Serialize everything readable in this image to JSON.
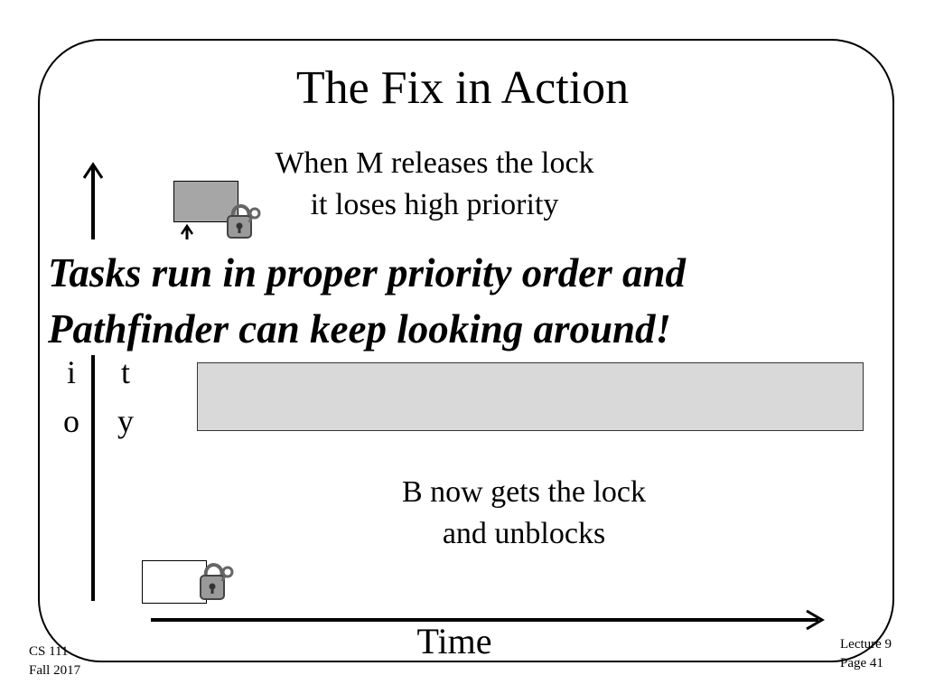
{
  "slide": {
    "title": "The Fix in Action",
    "caption_top": "When M releases the lock it loses high priority",
    "caption_b_line1": "B now gets the lock",
    "caption_b_line2": "and unblocks",
    "x_axis_label": "Time",
    "y_axis_col1": [
      "i",
      "o"
    ],
    "y_axis_col2": [
      "t",
      "y"
    ],
    "overlay_line1": "Tasks run in proper priority order and",
    "overlay_line2": "Pathfinder can keep looking around!"
  },
  "footer": {
    "left_line1": "CS 111",
    "left_line2": "Fall 2017",
    "right_line1": "Lecture 9",
    "right_line2": "Page 41"
  },
  "colors": {
    "task_bar_fill": "#d9d9d9",
    "top_box_fill": "#a6a6a6",
    "lock_gray": "#9a9a9a"
  },
  "icons": [
    "padlock-icon",
    "up-arrow-icon",
    "right-arrow-icon"
  ]
}
